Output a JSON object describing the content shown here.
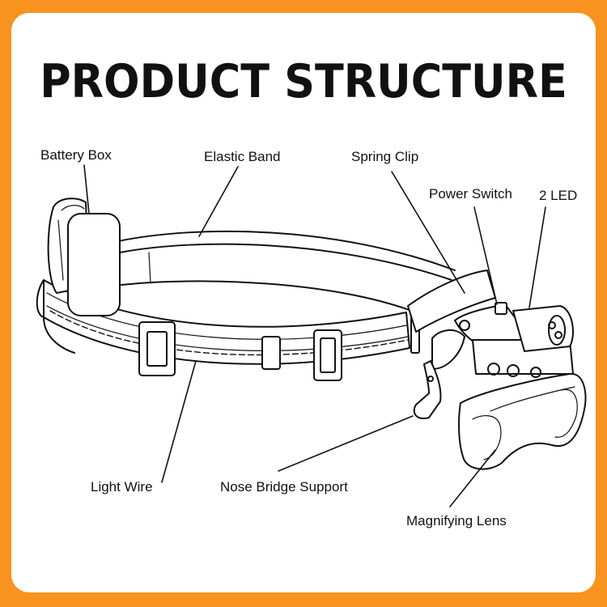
{
  "title": "PRODUCT STRUCTURE",
  "labels": {
    "battery_box": "Battery Box",
    "elastic_band": "Elastic Band",
    "spring_clip": "Spring Clip",
    "power_switch": "Power Switch",
    "led": "2 LED",
    "light_wire": "Light Wire",
    "nose_bridge_support": "Nose Bridge Support",
    "magnifying_lens": "Magnifying Lens"
  },
  "colors": {
    "border": "#F7931E",
    "background": "#FFFFFF",
    "ink": "#111111"
  }
}
